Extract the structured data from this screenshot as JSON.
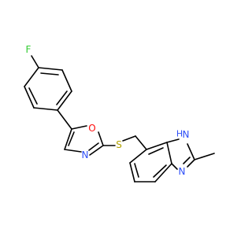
{
  "molecule": {
    "atoms": {
      "fluorine": {
        "label": "F",
        "color": "#33cc33"
      },
      "oxazole_oxygen": {
        "label": "O",
        "color": "#ff0d0d"
      },
      "oxazole_nitrogen": {
        "label": "N",
        "color": "#3050f8"
      },
      "sulfur": {
        "label": "S",
        "color": "#b2a200"
      },
      "imidazole_nh_h": {
        "label": "H",
        "color": "#3050f8"
      },
      "imidazole_nh_n": {
        "label": "N",
        "color": "#3050f8"
      },
      "imidazole_n": {
        "label": "N",
        "color": "#3050f8"
      }
    }
  }
}
